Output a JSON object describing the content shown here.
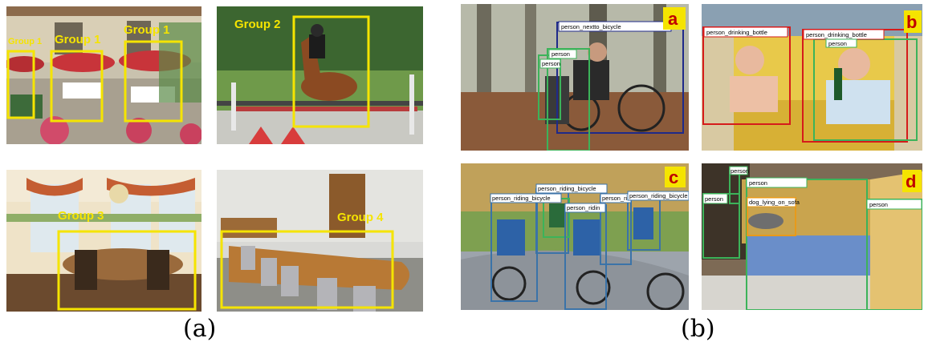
{
  "panel_a": {
    "caption": "(a)",
    "images": [
      {
        "groups": [
          "Group 1",
          "Group 1",
          "Group 1"
        ]
      },
      {
        "groups": [
          "Group 2"
        ]
      },
      {
        "groups": [
          "Group 3"
        ]
      },
      {
        "groups": [
          "Group 4"
        ]
      }
    ]
  },
  "panel_b": {
    "caption": "(b)",
    "images": [
      {
        "letter": "a",
        "labels": [
          "person_nextto_bicycle",
          "person",
          "person"
        ]
      },
      {
        "letter": "b",
        "labels": [
          "person_drinking_bottle",
          "person_drinking_bottle",
          "person"
        ]
      },
      {
        "letter": "c",
        "labels": [
          "person_riding_bicycle",
          "person_riding_bicycle",
          "person_ridin",
          "person_rid",
          "person_riding_bicycle"
        ]
      },
      {
        "letter": "d",
        "labels": [
          "person",
          "person",
          "person",
          "dog_lying_on_sofa",
          "person"
        ]
      }
    ]
  },
  "colors": {
    "yellow": "#f5e400",
    "navy": "#1f2a8a",
    "green": "#3cb35a",
    "red": "#d51b1b",
    "steel_blue": "#3b73a8",
    "orange": "#e89a1a"
  }
}
